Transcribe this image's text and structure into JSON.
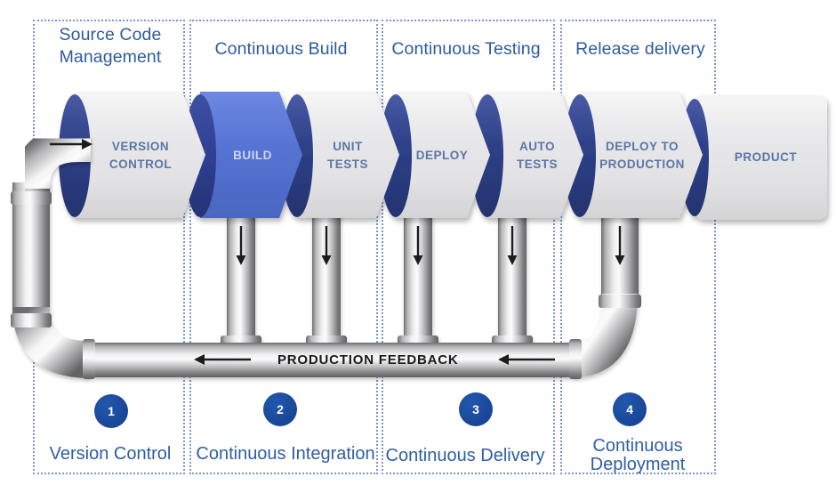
{
  "stages": [
    {
      "top_label": "Source Code Management",
      "badge": "1",
      "bottom_label": "Version Control"
    },
    {
      "top_label": "Continuous Build",
      "badge": "2",
      "bottom_label": "Continuous Integration"
    },
    {
      "top_label": "Continuous Testing",
      "badge": "3",
      "bottom_label": "Continuous Delivery"
    },
    {
      "top_label": "Release delivery",
      "badge": "4",
      "bottom_label": "Continuous Deployment"
    }
  ],
  "pipeline_steps": [
    {
      "label": "VERSION CONTROL",
      "highlighted": false
    },
    {
      "label": "BUILD",
      "highlighted": true
    },
    {
      "label": "UNIT TESTS",
      "highlighted": false
    },
    {
      "label": "DEPLOY",
      "highlighted": false
    },
    {
      "label": "AUTO TESTS",
      "highlighted": false
    },
    {
      "label": "DEPLOY TO PRODUCTION",
      "highlighted": false
    },
    {
      "label": "PRODUCT",
      "highlighted": false
    }
  ],
  "feedback_pipe_label": "PRODUCTION FEEDBACK",
  "colors": {
    "stage_title_text": "#2e5c9e",
    "stage_border": "#7b96c9",
    "badge_background": "#17499c",
    "badge_text": "#ffffff",
    "segment_body": "#e6e6e8",
    "segment_body_highlight": "#5472d0",
    "segment_opening": "#2e4189",
    "segment_label_text": "#5a76a5",
    "segment_label_highlight_text": "#ccd7f4",
    "feedback_text": "#1a1a1a",
    "pipe_metal_light": "#fbfbfc",
    "pipe_metal_dark": "#6d6d6f"
  }
}
